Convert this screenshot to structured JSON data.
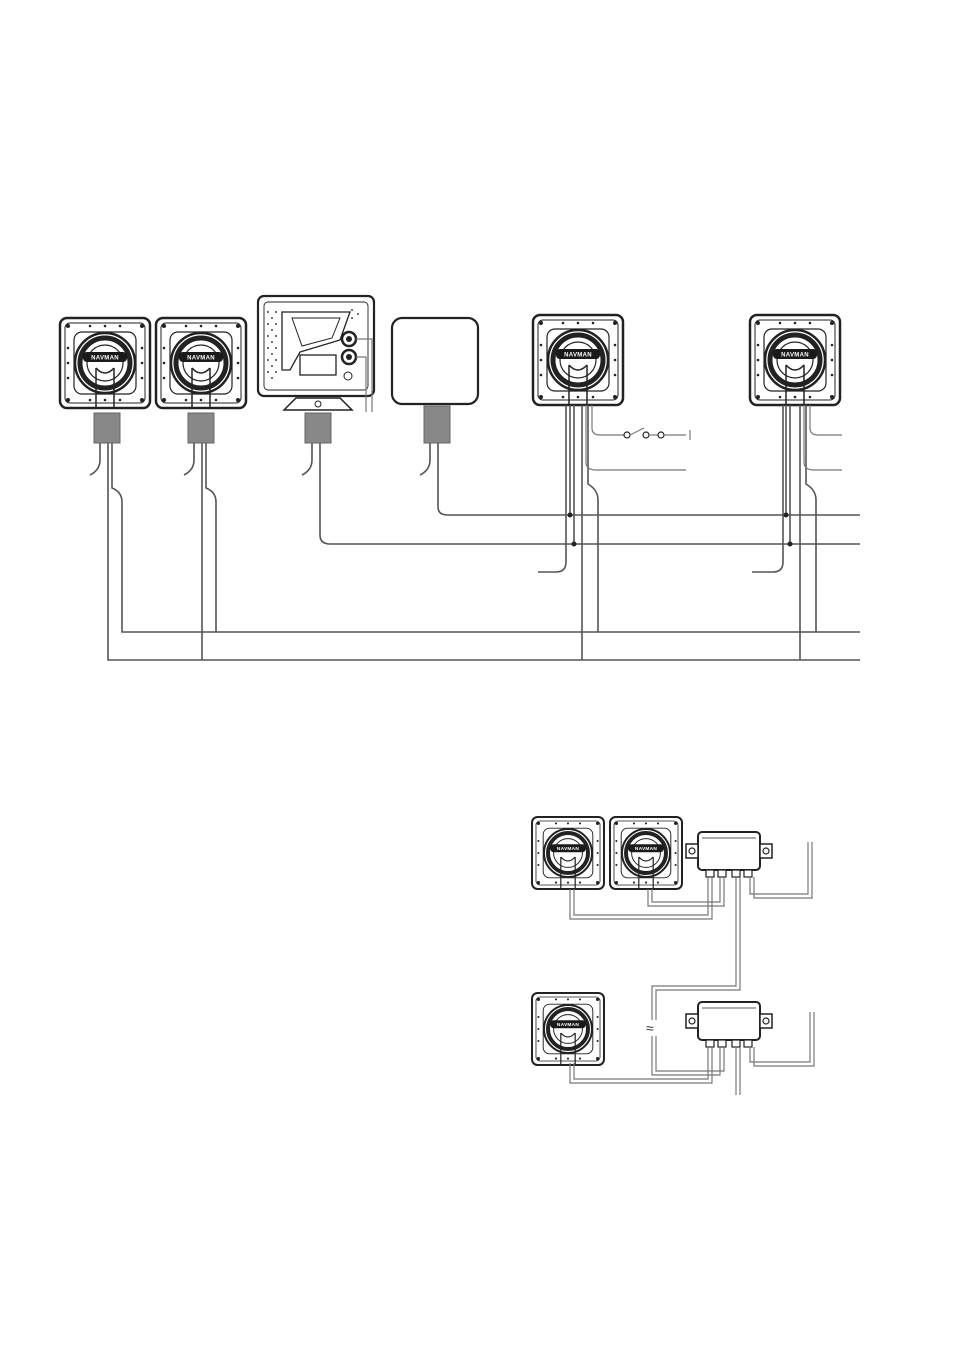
{
  "brand": {
    "logo": "NAVMAN"
  },
  "colors": {
    "ink": "#222222",
    "wire": "#555555",
    "cable_sleeve": "#888888"
  },
  "diagram_top": {
    "instruments": [
      {
        "name": "instrument-1",
        "kind": "instrument-display",
        "logo": "NAVMAN"
      },
      {
        "name": "instrument-2",
        "kind": "instrument-display",
        "logo": "NAVMAN"
      },
      {
        "name": "chartplotter",
        "kind": "chartplotter-rear"
      },
      {
        "name": "black-box",
        "kind": "blank-module"
      },
      {
        "name": "instrument-3",
        "kind": "instrument-display",
        "logo": "NAVMAN"
      },
      {
        "name": "instrument-4",
        "kind": "instrument-display",
        "logo": "NAVMAN"
      }
    ]
  },
  "diagram_bottom": {
    "instruments": [
      {
        "name": "instrument-5",
        "kind": "instrument-display",
        "logo": "NAVMAN"
      },
      {
        "name": "instrument-6",
        "kind": "instrument-display",
        "logo": "NAVMAN"
      },
      {
        "name": "instrument-7",
        "kind": "instrument-display",
        "logo": "NAVMAN"
      }
    ],
    "junction_boxes": 2,
    "break_symbol": "≈"
  }
}
